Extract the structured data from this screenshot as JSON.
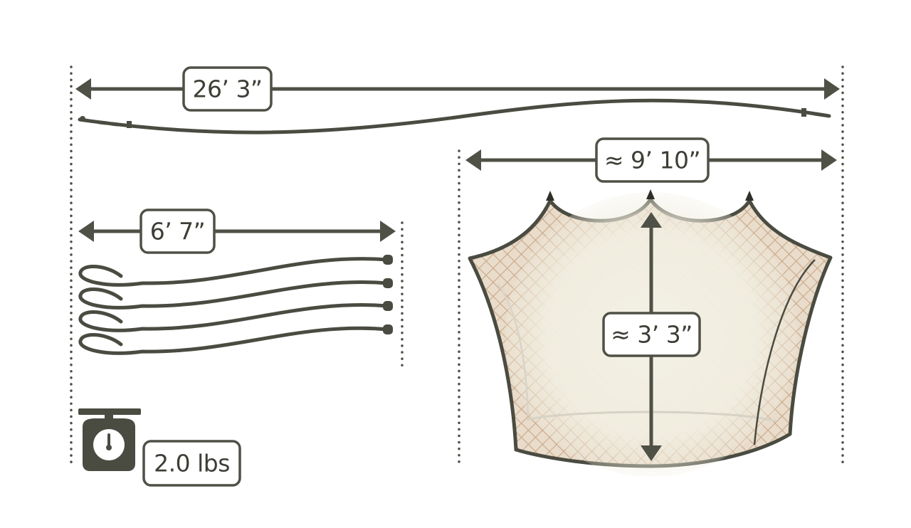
{
  "dimensions": {
    "total_length": "26’ 3”",
    "packed_length": "6’ 7”",
    "net_width": "≈ 9’ 10”",
    "net_height": "≈ 3’ 3”"
  },
  "weight": "2.0 lbs",
  "colors": {
    "ink": "#4f5046",
    "net_fill": "#f2efe2",
    "mesh": "#c9a989"
  },
  "icons": [
    "scale-icon"
  ]
}
